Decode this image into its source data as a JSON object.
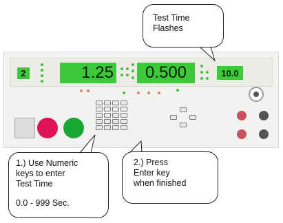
{
  "callout_test_time": {
    "lines": [
      "Test Time",
      "Flashes"
    ]
  },
  "display": {
    "setting": "2",
    "value_main": "1.25",
    "value_secondary": "0.500",
    "time": "10.0"
  },
  "callout_step1": {
    "lines": [
      "1.) Use Numeric",
      "keys to enter",
      "Test Time"
    ],
    "range": "0.0 - 999 Sec."
  },
  "callout_step2": {
    "lines": [
      "2.) Press",
      "Enter key",
      "when finished"
    ]
  },
  "colors": {
    "display_green": "#3ec93a",
    "indicator_green": "#42c23c",
    "indicator_orange": "#d28a6b",
    "stop_button": "#e0125a",
    "start_button": "#18a832"
  }
}
